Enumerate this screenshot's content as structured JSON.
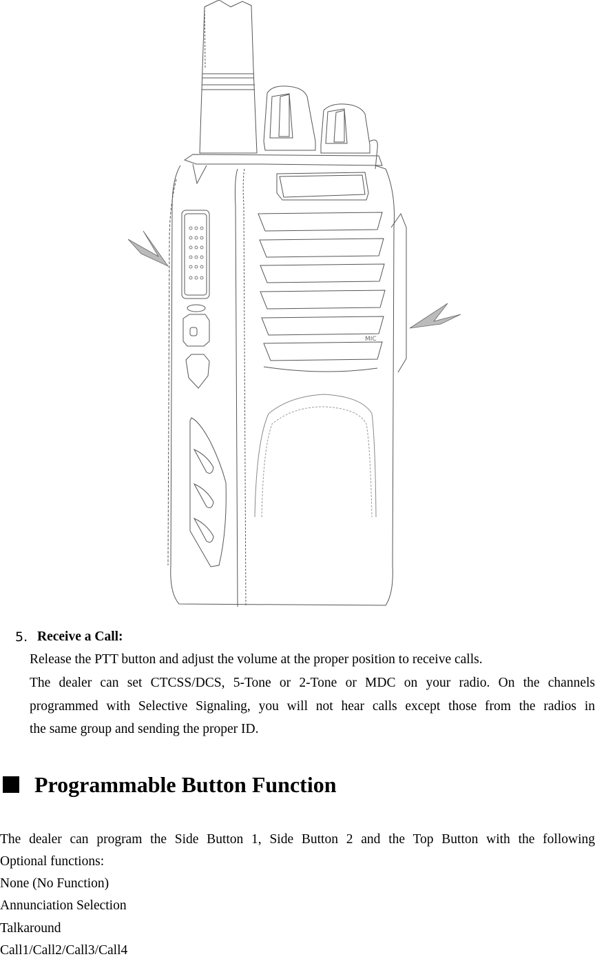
{
  "figure": {
    "subject": "two-way radio line drawing",
    "icons": [
      "left-arrow-pointing-to-side-button",
      "right-arrow-pointing-to-side"
    ]
  },
  "section5": {
    "number": "5.",
    "title": "Receive a Call:",
    "lines": [
      "Release the PTT button and adjust the volume at the proper position to receive calls.",
      "The dealer can set CTCSS/DCS, 5-Tone or 2-Tone or MDC on your radio. On the channels",
      "programmed with Selective Signaling, you will not hear calls except those from the radios in",
      "the same group and sending the proper ID."
    ]
  },
  "heading": {
    "bullet": "■",
    "title": "Programmable Button Function"
  },
  "body": {
    "intro_lines": [
      "The dealer can program the Side Button 1, Side Button 2 and the Top Button with the following",
      "Optional functions:"
    ],
    "functions": [
      "None (No Function)",
      "Annunciation Selection",
      "Talkaround",
      "Call1/Call2/Call3/Call4"
    ]
  }
}
